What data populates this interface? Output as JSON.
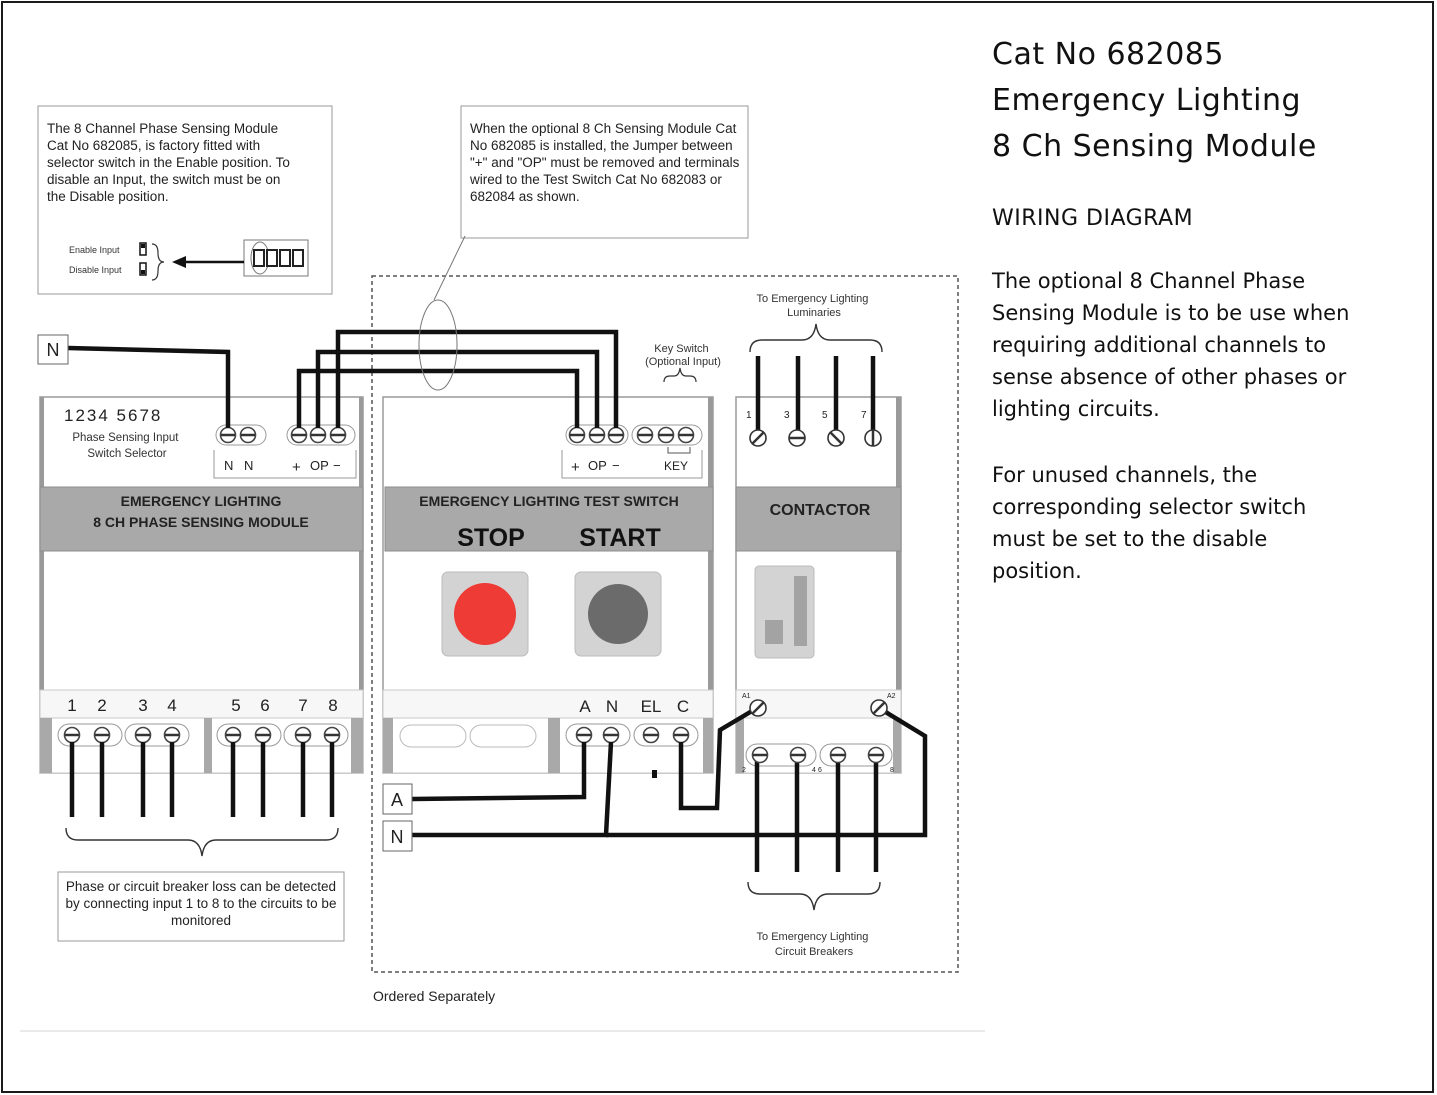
{
  "title": {
    "line1": "Cat No 682085",
    "line2": "Emergency  Lighting",
    "line3": "8 Ch Sensing  Module"
  },
  "subtitle": "WIRING  DIAGRAM",
  "description": {
    "p1": "The optional 8 Channel  Phase Sensing  Module is to be use when requiring  additional channels  to sense  absence of other phases  or lighting circuits.",
    "p2": "For unused channels,  the corresponding  selector  switch must be set to the disable position."
  },
  "notes": {
    "selector": "The 8 Channel Phase Sensing Module Cat No 682085, is factory fitted with selector switch in the Enable position. To disable an Input, the switch must be on the Disable position.",
    "jumper": "When the optional 8 Ch Sensing Module Cat No 682085 is installed, the Jumper between \"+\" and \"OP\" must be removed and terminals wired to the Test Switch Cat No 682083 or 682084 as shown.",
    "phase_loss": "Phase or circuit breaker loss can be detected by connecting input 1 to 8 to the circuits to be monitored",
    "enable_input": "Enable Input",
    "disable_input": "Disable Input",
    "ordered_separately": "Ordered Separately",
    "to_luminaries": "To Emergency Lighting Luminaries",
    "to_breakers": "To Emergency Lighting Circuit Breakers",
    "key_switch": "Key Switch (Optional Input)"
  },
  "module": {
    "top_numbers": "1234  5678",
    "selector_label": "Phase Sensing Input Switch Selector",
    "name_line1": "EMERGENCY LIGHTING",
    "name_line2": "8 CH PHASE SENSING MODULE",
    "terminal_labels_top": [
      "N",
      "N",
      "+",
      "OP",
      "−"
    ],
    "bottom_numbers": [
      "1",
      "2",
      "3",
      "4",
      "5",
      "6",
      "7",
      "8"
    ]
  },
  "test_switch": {
    "name": "EMERGENCY LIGHTING TEST SWITCH",
    "stop": "STOP",
    "start": "START",
    "terminal_labels_top": [
      "+",
      "OP",
      "−",
      "KEY"
    ],
    "terminal_labels_bottom": [
      "A",
      "N",
      "EL",
      "C"
    ]
  },
  "contactor": {
    "name": "CONTACTOR",
    "top_numbers": [
      "1",
      "3",
      "5",
      "7"
    ],
    "bottom_numbers": [
      "2",
      "4",
      "6",
      "8"
    ],
    "coil": [
      "A1",
      "A2"
    ]
  },
  "supply": {
    "n_top": "N",
    "a": "A",
    "n": "N"
  },
  "colors": {
    "stop": "#ee3b36",
    "start": "#6b6b6b",
    "panel": "#a9a9a9",
    "wire": "#111111"
  }
}
